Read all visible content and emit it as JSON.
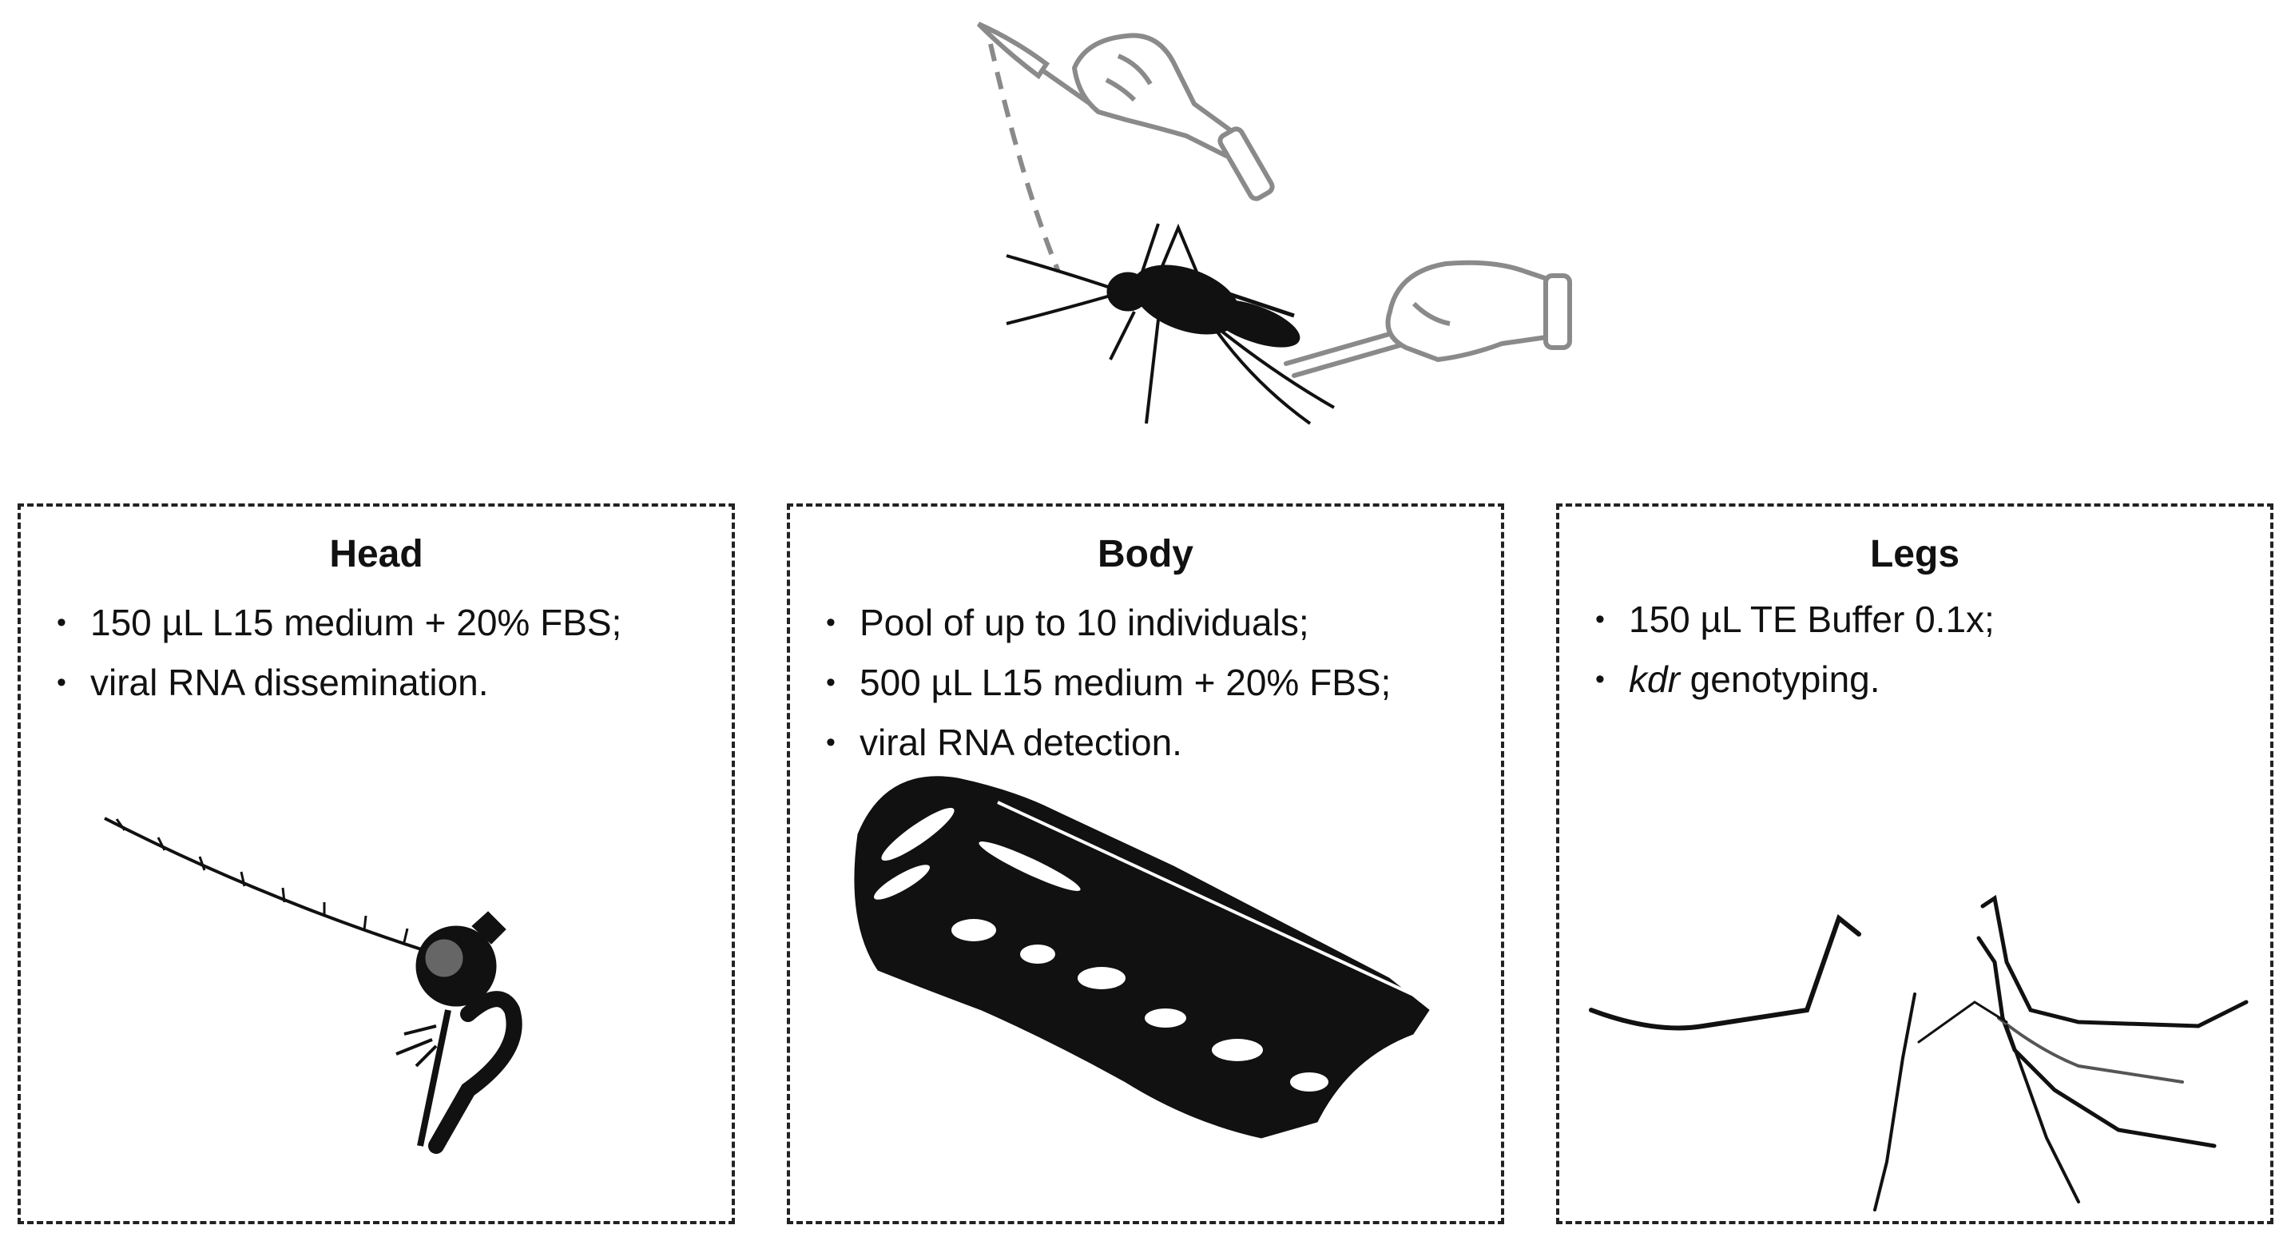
{
  "panels": [
    {
      "title": "Head",
      "bullets": [
        "150 µL L15 medium + 20% FBS;",
        "viral RNA dissemination."
      ]
    },
    {
      "title": "Body",
      "bullets": [
        "Pool of up to 10 individuals;",
        "500 µL L15 medium + 20% FBS;",
        "viral RNA detection."
      ]
    },
    {
      "title": "Legs",
      "bullets_italic_prefix": "kdr",
      "bullets": [
        "150 µL TE Buffer 0.1x;",
        " genotyping."
      ]
    }
  ],
  "colors": {
    "ink": "#111111",
    "glove_outline": "#8a8a8a",
    "border": "#222222"
  },
  "icons": [
    "scalpel-icon",
    "gloved-hand-icon",
    "forceps-icon",
    "mosquito-icon",
    "mosquito-head-icon",
    "mosquito-body-icon",
    "mosquito-legs-icon"
  ]
}
